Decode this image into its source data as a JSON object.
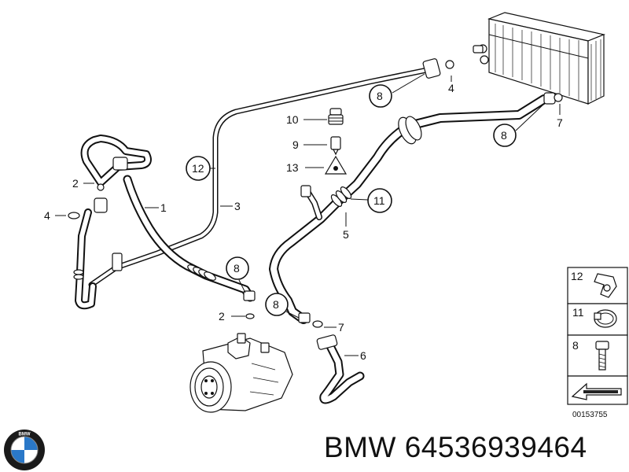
{
  "callouts": {
    "c1": "1",
    "c2a": "2",
    "c2b": "2",
    "c3": "3",
    "c4a": "4",
    "c4b": "4",
    "c5": "5",
    "c6": "6",
    "c7a": "7",
    "c7b": "7",
    "c8a": "8",
    "c8b": "8",
    "c8c": "8",
    "c8d": "8",
    "c9": "9",
    "c10": "10",
    "c11": "11",
    "c12": "12",
    "c13": "13"
  },
  "legend": {
    "item_a": "12",
    "item_b": "11",
    "item_c": "8"
  },
  "diagram_code": "00153755",
  "part_label": "BMW 64536939464",
  "brand_logo_text": "BMW"
}
